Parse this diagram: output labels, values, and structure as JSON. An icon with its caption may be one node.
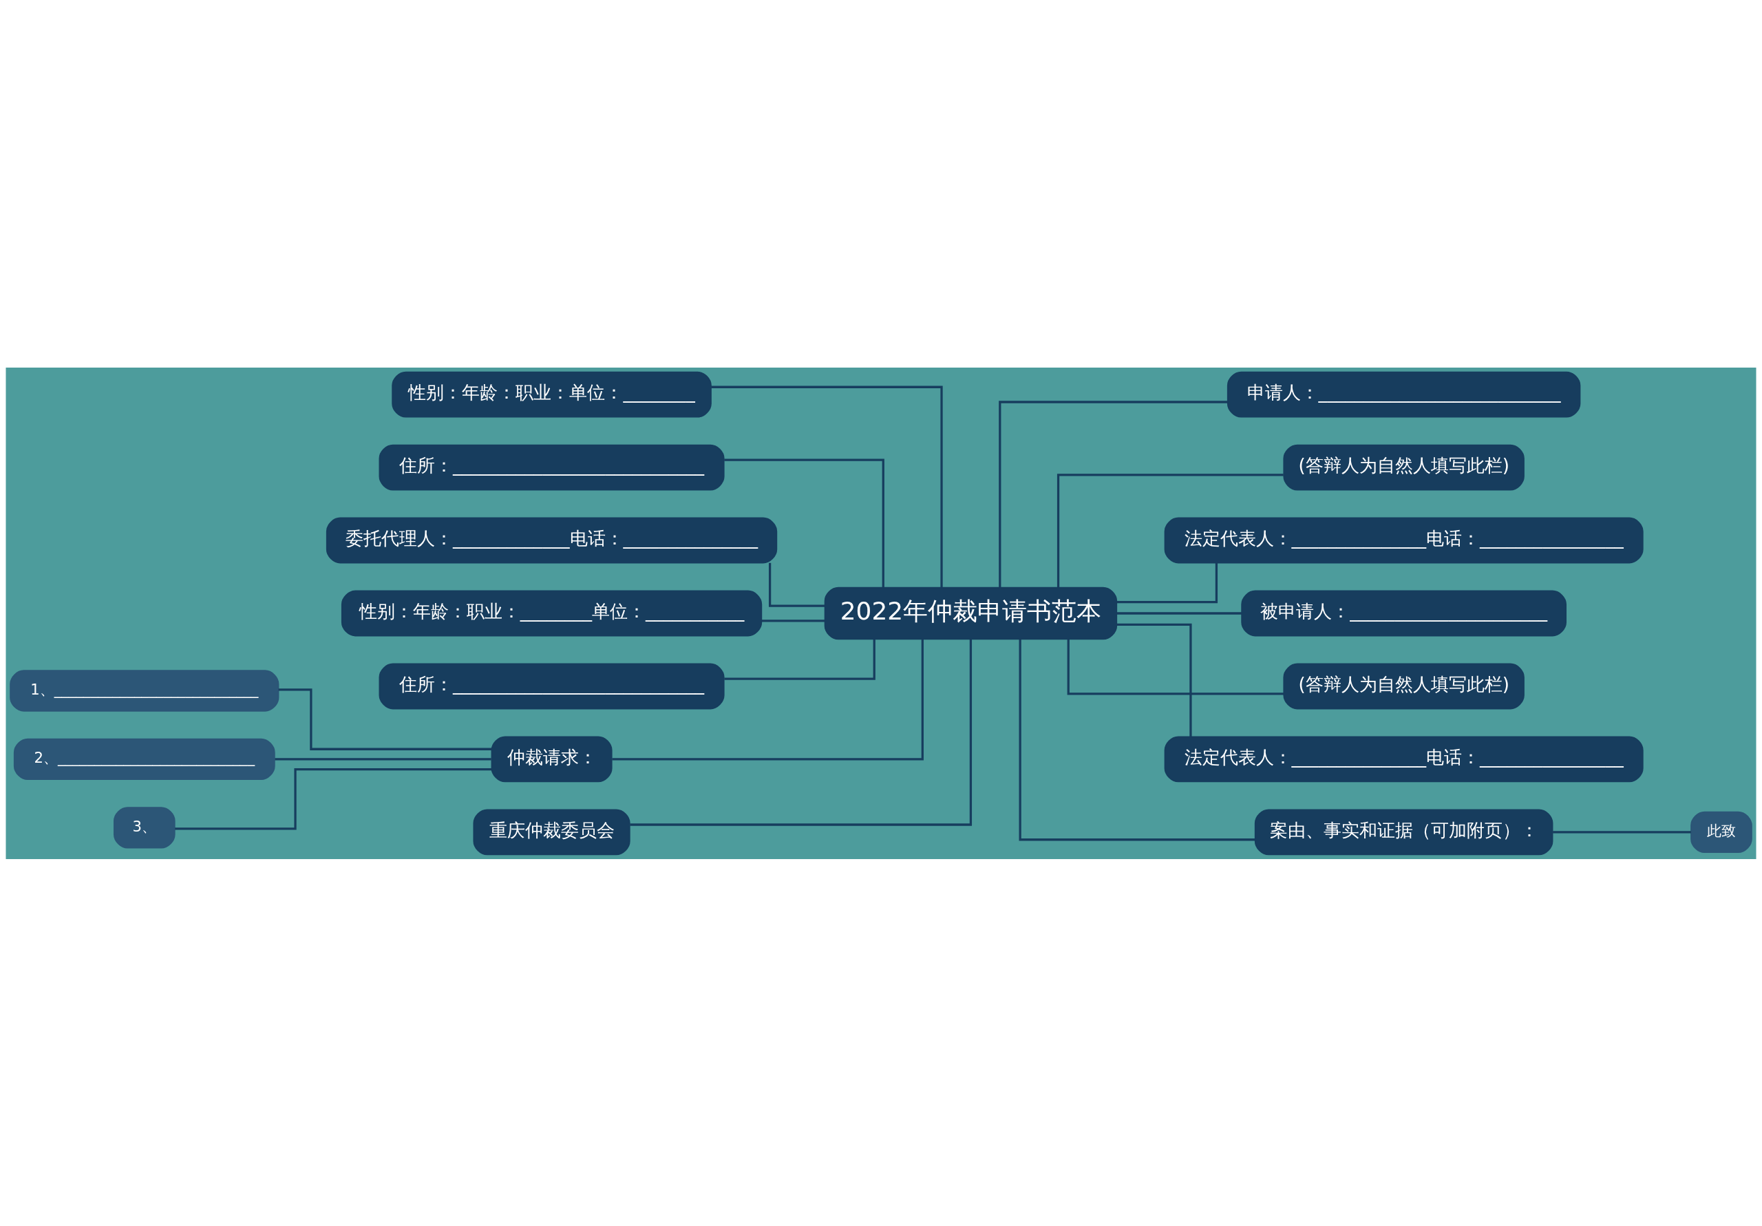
{
  "diagram": {
    "nodes": [
      {
        "text": [
          "2022年仲裁申请书范本"
        ]
      },
      {
        "text": [
          "性别：年龄：职业：单位：________"
        ]
      },
      {
        "text": [
          "住所：____________________________"
        ]
      },
      {
        "text": [
          "委托代理人：_____________电话：_______________"
        ]
      },
      {
        "text": [
          "性别：年龄：职业：________单位：___________"
        ]
      },
      {
        "text": [
          "住所：____________________________"
        ]
      },
      {
        "text": [
          "仲裁请求："
        ]
      },
      {
        "text": [
          "1、____________________________"
        ]
      },
      {
        "text": [
          "2、___________________________"
        ]
      },
      {
        "text": [
          "3、"
        ]
      },
      {
        "text": [
          "重庆仲裁委员会"
        ]
      },
      {
        "text": [
          "申请人：___________________________"
        ]
      },
      {
        "text": [
          "(答辩人为自然人填写此栏)"
        ]
      },
      {
        "text": [
          "法定代表人：_______________电话：________________"
        ]
      },
      {
        "text": [
          "被申请人：______________________"
        ]
      },
      {
        "text": [
          "(答辩人为自然人填写此栏)"
        ]
      },
      {
        "text": [
          "法定代表人：_______________电话：________________"
        ]
      },
      {
        "text": [
          "案由、事实和证据（可加附页）："
        ]
      },
      {
        "text": [
          "此致"
        ]
      }
    ],
    "edges": [
      {
        "from": 0,
        "to": 1,
        "arrow": "none"
      },
      {
        "from": 0,
        "to": 2,
        "arrow": "none"
      },
      {
        "from": 0,
        "to": 3,
        "arrow": "none"
      },
      {
        "from": 0,
        "to": 4,
        "arrow": "none"
      },
      {
        "from": 0,
        "to": 5,
        "arrow": "none"
      },
      {
        "from": 0,
        "to": 6,
        "arrow": "none"
      },
      {
        "from": 6,
        "to": 7,
        "arrow": "none"
      },
      {
        "from": 6,
        "to": 8,
        "arrow": "none"
      },
      {
        "from": 6,
        "to": 9,
        "arrow": "none"
      },
      {
        "from": 0,
        "to": 10,
        "arrow": "none"
      },
      {
        "from": 0,
        "to": 11,
        "arrow": "none"
      },
      {
        "from": 0,
        "to": 12,
        "arrow": "none"
      },
      {
        "from": 0,
        "to": 13,
        "arrow": "none"
      },
      {
        "from": 0,
        "to": 14,
        "arrow": "none"
      },
      {
        "from": 0,
        "to": 15,
        "arrow": "none"
      },
      {
        "from": 0,
        "to": 16,
        "arrow": "none"
      },
      {
        "from": 0,
        "to": 17,
        "arrow": "none"
      },
      {
        "from": 17,
        "to": 18,
        "arrow": "none"
      }
    ]
  }
}
